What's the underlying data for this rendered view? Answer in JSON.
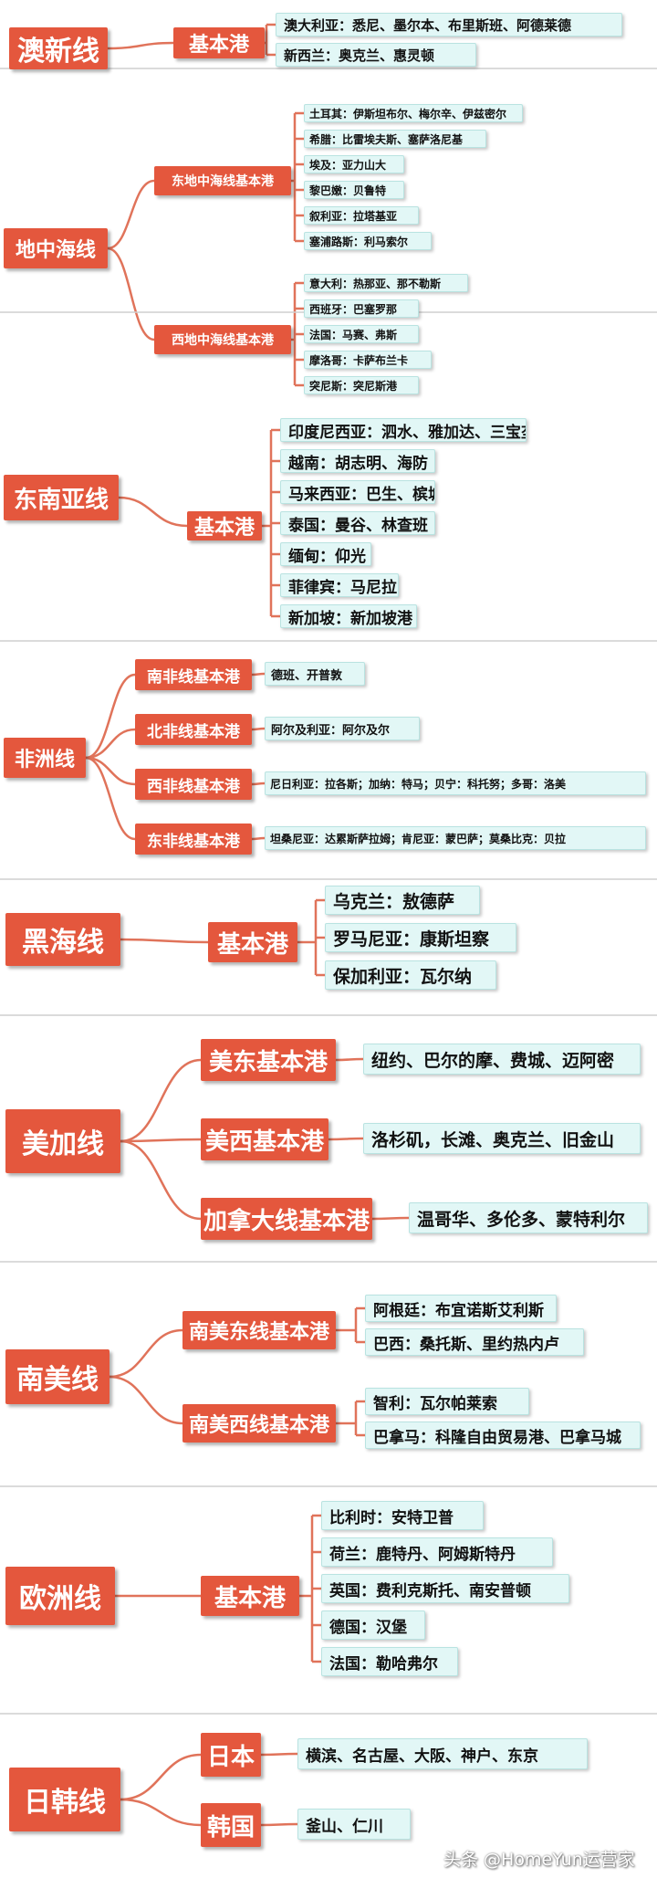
{
  "theme": {
    "node_color": "#e4573d",
    "leaf_color": "#e2f7f6",
    "line_color": "#e0735a"
  },
  "sections": [
    {
      "title": "澳新线",
      "branches": [
        {
          "label": "基本港",
          "ports": [
            "澳大利亚：悉尼、墨尔本、布里斯班、阿德莱德",
            "新西兰：奥克兰、惠灵顿"
          ]
        }
      ]
    },
    {
      "title": "地中海线",
      "branches": [
        {
          "label": "东地中海线基本港",
          "ports": [
            "土耳其：伊斯坦布尔、梅尔辛、伊兹密尔",
            "希腊：比雷埃夫斯、塞萨洛尼基",
            "埃及：亚力山大",
            "黎巴嫩：贝鲁特",
            "叙利亚：拉塔基亚",
            "塞浦路斯：利马索尔"
          ]
        },
        {
          "label": "西地中海线基本港",
          "ports": [
            "意大利：热那亚、那不勒斯",
            "西班牙：巴塞罗那",
            "法国：马赛、弗斯",
            "摩洛哥：卡萨布兰卡",
            "突尼斯：突尼斯港"
          ]
        }
      ]
    },
    {
      "title": "东南亚线",
      "branches": [
        {
          "label": "基本港",
          "ports": [
            "印度尼西亚：泗水、雅加达、三宝垄",
            "越南：胡志明、海防",
            "马来西亚：巴生、槟城",
            "泰国：曼谷、林查班",
            "缅甸：仰光",
            "菲律宾：马尼拉",
            "新加坡：新加坡港"
          ]
        }
      ]
    },
    {
      "title": "非洲线",
      "branches": [
        {
          "label": "南非线基本港",
          "ports": [
            "德班、开普敦"
          ]
        },
        {
          "label": "北非线基本港",
          "ports": [
            "阿尔及利亚：阿尔及尔"
          ]
        },
        {
          "label": "西非线基本港",
          "ports": [
            "尼日利亚：拉各斯；加纳：特马；贝宁：科托努；多哥：洛美"
          ]
        },
        {
          "label": "东非线基本港",
          "ports": [
            "坦桑尼亚：达累斯萨拉姆；肯尼亚：蒙巴萨；莫桑比克：贝拉"
          ]
        }
      ]
    },
    {
      "title": "黑海线",
      "branches": [
        {
          "label": "基本港",
          "ports": [
            "乌克兰：敖德萨",
            "罗马尼亚：康斯坦察",
            "保加利亚：瓦尔纳"
          ]
        }
      ]
    },
    {
      "title": "美加线",
      "branches": [
        {
          "label": "美东基本港",
          "ports": [
            "纽约、巴尔的摩、费城、迈阿密"
          ]
        },
        {
          "label": "美西基本港",
          "ports": [
            "洛杉矶，长滩、奥克兰、旧金山"
          ]
        },
        {
          "label": "加拿大线基本港",
          "ports": [
            "温哥华、多伦多、蒙特利尔"
          ]
        }
      ]
    },
    {
      "title": "南美线",
      "branches": [
        {
          "label": "南美东线基本港",
          "ports": [
            "阿根廷：布宜诺斯艾利斯",
            "巴西：桑托斯、里约热内卢"
          ]
        },
        {
          "label": "南美西线基本港",
          "ports": [
            "智利：瓦尔帕莱索",
            "巴拿马：科隆自由贸易港、巴拿马城"
          ]
        }
      ]
    },
    {
      "title": "欧洲线",
      "branches": [
        {
          "label": "基本港",
          "ports": [
            "比利时：安特卫普",
            "荷兰：鹿特丹、阿姆斯特丹",
            "英国：费利克斯托、南安普顿",
            "德国：汉堡",
            "法国：勒哈弗尔"
          ]
        }
      ]
    },
    {
      "title": "日韩线",
      "branches": [
        {
          "label": "日本",
          "ports": [
            "横滨、名古屋、大阪、神户、东京"
          ]
        },
        {
          "label": "韩国",
          "ports": [
            "釜山、仁川"
          ]
        }
      ]
    }
  ],
  "watermark": "头条 @HomeYun运营家"
}
